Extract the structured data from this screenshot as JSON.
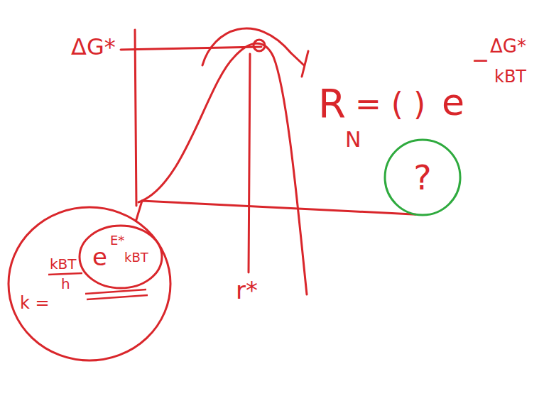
{
  "diagram": {
    "nodes": [
      {
        "text": [
          "k =",
          "kBT",
          "h",
          "e",
          "E*",
          "kBT"
        ]
      },
      {
        "text": [
          "?"
        ]
      }
    ],
    "edges": [
      {
        "from": 0,
        "to": 1,
        "arrow": "none"
      }
    ],
    "labels": [
      "ΔG*",
      "r*",
      "R",
      "N",
      "= ( )",
      "e",
      "−",
      "ΔG*",
      "kBT"
    ]
  }
}
